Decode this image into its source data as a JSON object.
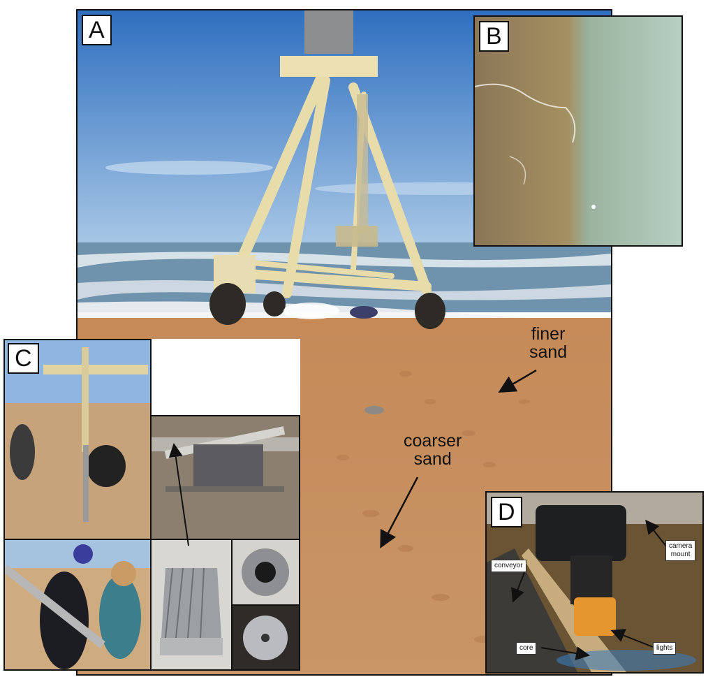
{
  "panels": {
    "a": {
      "label": "A"
    },
    "b": {
      "label": "B"
    },
    "c": {
      "label": "C"
    },
    "d": {
      "label": "D"
    }
  },
  "annotations": {
    "finer_line1": "finer",
    "finer_line2": "sand",
    "coarser_line1": "coarser",
    "coarser_line2": "sand"
  },
  "panel_d_tags": {
    "camera_mount_line1": "camera",
    "camera_mount_line2": "mount",
    "conveyor": "conveyor",
    "core": "core",
    "lights": "lights"
  },
  "colors": {
    "sky": "#4f86c8",
    "sand": "#c9905e",
    "sea": "#7c9fb7",
    "structure": "#efe3b6",
    "frame_border": "#111111"
  }
}
